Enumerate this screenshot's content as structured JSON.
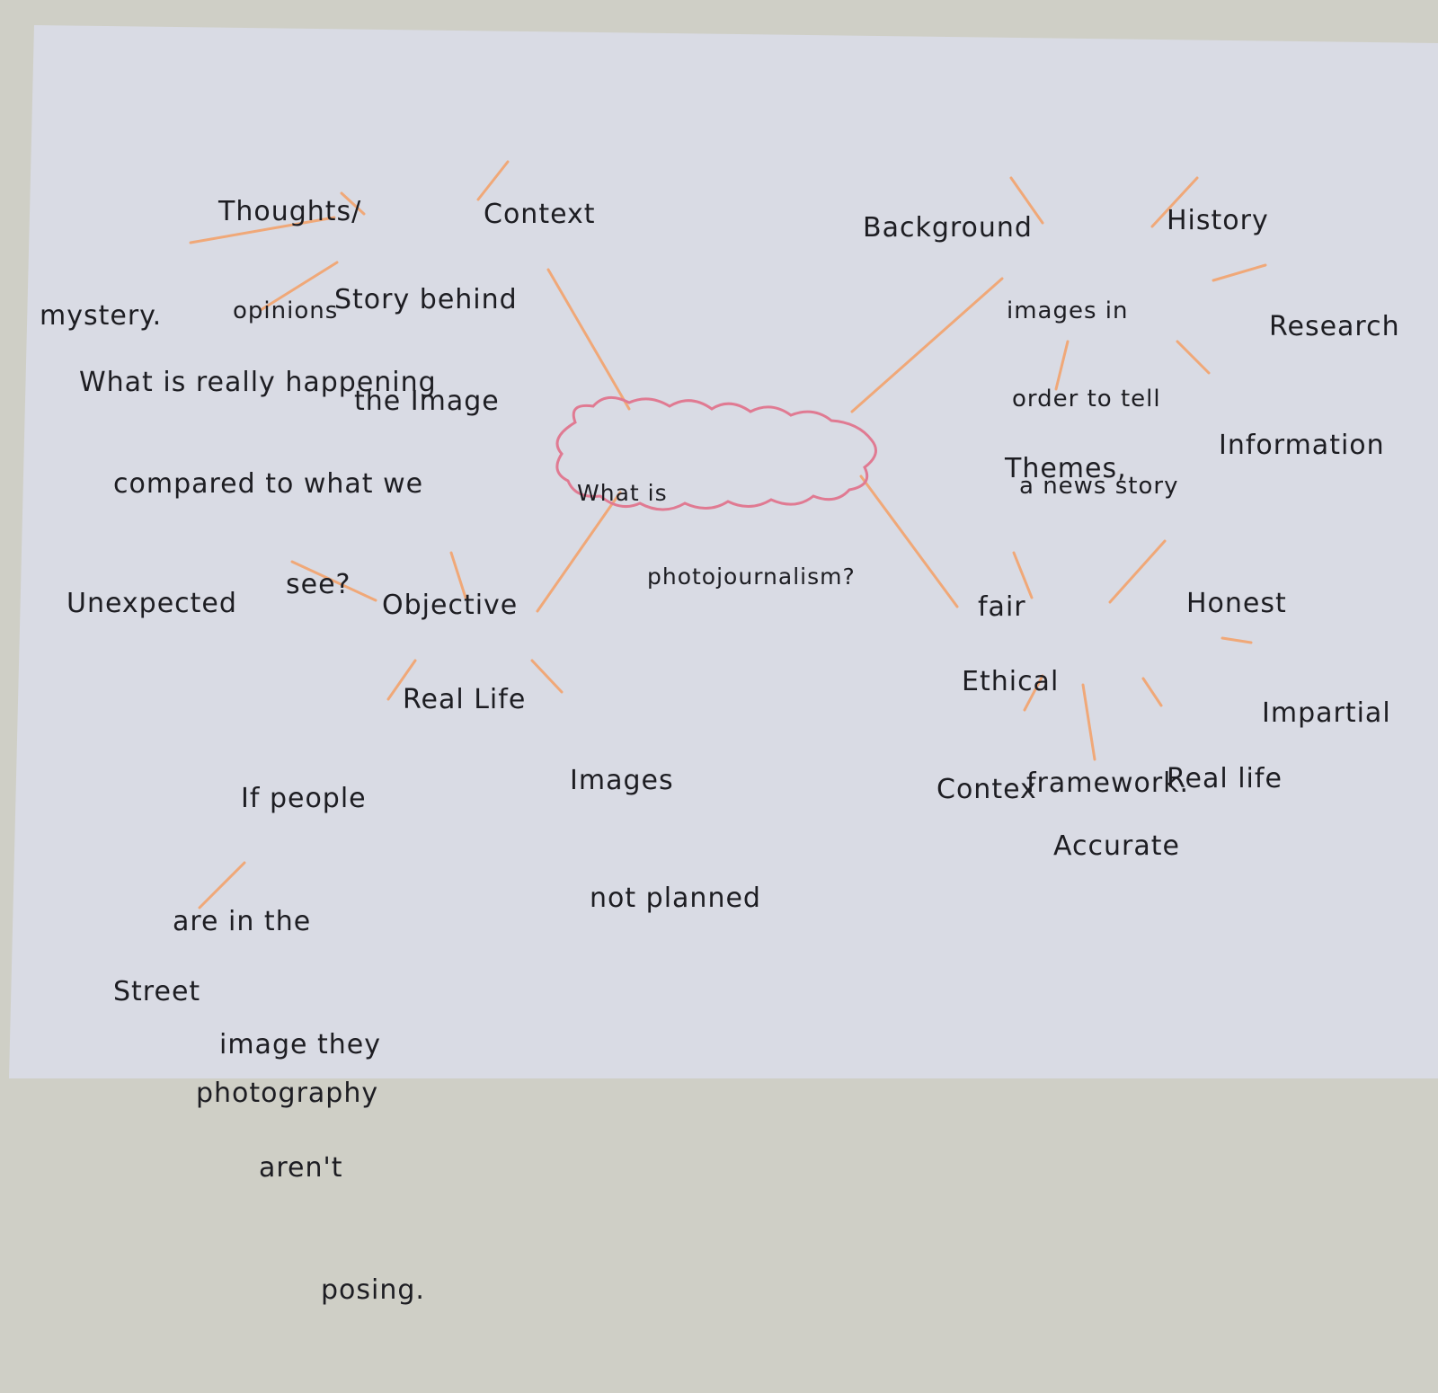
{
  "colors": {
    "paper": "#d9dbe4",
    "background": "#cfcfc6",
    "connector": "#f0a878",
    "cloud_outline": "#e07a92",
    "ink": "#1d1d22"
  },
  "center": {
    "lines": [
      "What is",
      "photojournalism?"
    ]
  },
  "branches": [
    {
      "id": "story",
      "lines": [
        "Story behind",
        "the Image"
      ],
      "children": [
        {
          "id": "thoughts",
          "lines": [
            "Thoughts/",
            "opinions"
          ]
        },
        {
          "id": "context",
          "lines": [
            "Context"
          ]
        },
        {
          "id": "mystery",
          "lines": [
            "mystery."
          ]
        },
        {
          "id": "really",
          "lines": [
            "What is really happening",
            "compared to what we",
            "see?"
          ]
        }
      ]
    },
    {
      "id": "news",
      "lines": [
        "images in",
        "order to tell",
        "a news story"
      ],
      "children": [
        {
          "id": "background",
          "lines": [
            "Background"
          ]
        },
        {
          "id": "history",
          "lines": [
            "History"
          ]
        },
        {
          "id": "research",
          "lines": [
            "Research"
          ]
        },
        {
          "id": "information",
          "lines": [
            "Information"
          ]
        },
        {
          "id": "themes",
          "lines": [
            "Themes,"
          ]
        }
      ]
    },
    {
      "id": "reallife",
      "lines": [
        "Real Life"
      ],
      "children": [
        {
          "id": "unexpected",
          "lines": [
            "Unexpected"
          ]
        },
        {
          "id": "objective",
          "lines": [
            "Objective"
          ]
        },
        {
          "id": "posing",
          "lines": [
            "If people",
            "are in the",
            "image they",
            "aren't",
            "posing."
          ]
        },
        {
          "id": "notplanned",
          "lines": [
            "Images",
            "not planned"
          ]
        },
        {
          "id": "street",
          "lines": [
            "Street",
            "photography"
          ]
        }
      ]
    },
    {
      "id": "ethical",
      "lines": [
        "Ethical",
        "framework."
      ],
      "children": [
        {
          "id": "fair",
          "lines": [
            "fair"
          ]
        },
        {
          "id": "honest",
          "lines": [
            "Honest"
          ]
        },
        {
          "id": "impartial",
          "lines": [
            "Impartial"
          ]
        },
        {
          "id": "reallife2",
          "lines": [
            "Real life"
          ]
        },
        {
          "id": "accurate",
          "lines": [
            "Accurate"
          ]
        },
        {
          "id": "contex",
          "lines": [
            "Contex"
          ]
        }
      ]
    }
  ]
}
